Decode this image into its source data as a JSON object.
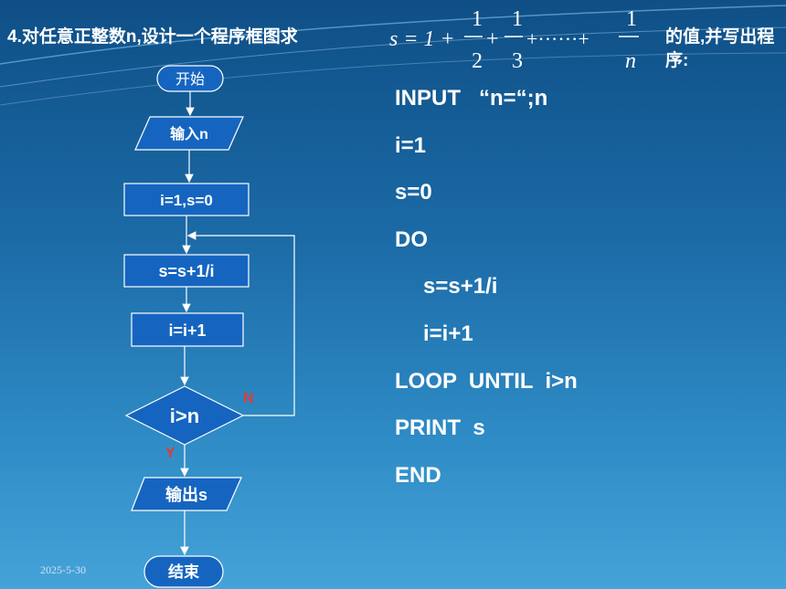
{
  "problem": {
    "text": "4.对任意正整数n,设计一个程序框图求",
    "tail": "的值,并写出程序:",
    "formula": {
      "lhs": "s = 1 +",
      "term1_num": "1",
      "term1_den": "2",
      "term2_num": "1",
      "term2_den": "3",
      "ellipsis": "+······+",
      "term3_num": "1",
      "term3_den": "n"
    }
  },
  "flowchart": {
    "start": "开始",
    "input": "输入n",
    "init": "i=1,s=0",
    "step_sum": "s=s+1/i",
    "step_inc": "i=i+1",
    "condition": "i>n",
    "no_label": "N",
    "yes_label": "Y",
    "output": "输出s",
    "end": "结束"
  },
  "code": [
    "INPUT   “n=“;n",
    "i=1",
    "s=0",
    "DO",
    "s=s+1/i",
    "i=i+1",
    "LOOP  UNTIL  i>n",
    "PRINT  s",
    "END"
  ],
  "footer": {
    "date": "2025-5-30"
  },
  "colors": {
    "box_fill": "#1565c0",
    "box_stroke": "#ffffff",
    "arrow": "#ffffff",
    "label_red": "#e53935"
  }
}
